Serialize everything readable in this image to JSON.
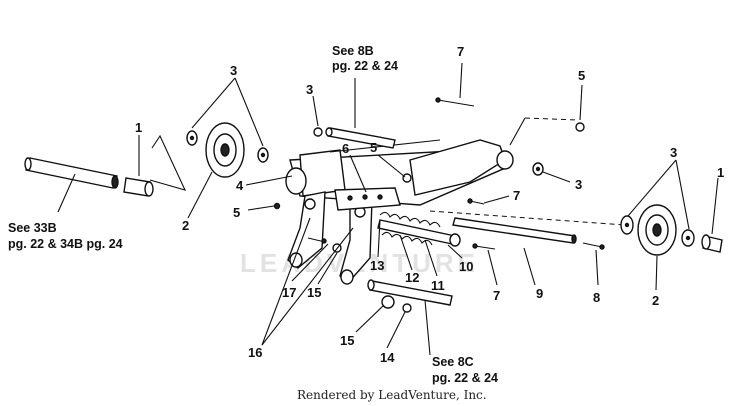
{
  "diagram": {
    "callouts": {
      "c1_left": "1",
      "c1_right": "1",
      "c2_left": "2",
      "c2_right": "2",
      "c3_left": "3",
      "c3_right_top": "3",
      "c3_mid": "3",
      "c3_right_mid": "3",
      "c4": "4",
      "c5_top": "5",
      "c5_mid": "5",
      "c5_left": "5",
      "c6": "6",
      "c7_top": "7",
      "c7_mid": "7",
      "c7_bottom": "7",
      "c8": "8",
      "c9": "9",
      "c10": "10",
      "c11": "11",
      "c12": "12",
      "c13": "13",
      "c14": "14",
      "c15_top": "15",
      "c15_bottom": "15",
      "c16": "16",
      "c17": "17"
    },
    "references": {
      "see_8b_line1": "See 8B",
      "see_8b_line2": "pg. 22 & 24",
      "see_33b_line1": "See 33B",
      "see_33b_line2": "pg. 22 & 34B pg. 24",
      "see_8c_line1": "See 8C",
      "see_8c_line2": "pg. 22 & 24"
    },
    "watermark": "LEADVENTURE",
    "footer": "Rendered by LeadVenture, Inc."
  }
}
